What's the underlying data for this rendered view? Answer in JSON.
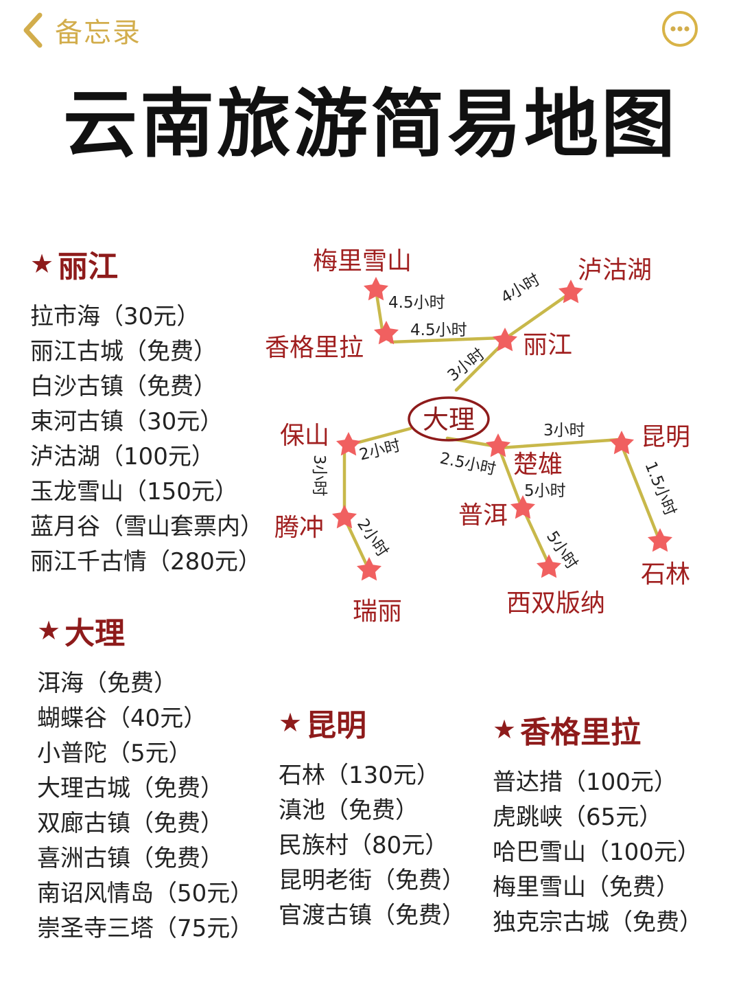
{
  "nav": {
    "back_label": "备忘录"
  },
  "title": "云南旅游简易地图",
  "sections": [
    {
      "title": "丽江",
      "items": [
        "拉市海（30元）",
        "丽江古城（免费）",
        "白沙古镇（免费）",
        "束河古镇（30元）",
        "泸沽湖（100元）",
        "玉龙雪山（150元）",
        "蓝月谷（雪山套票内）",
        "丽江千古情（280元）"
      ]
    },
    {
      "title": "大理",
      "items": [
        "洱海（免费）",
        "蝴蝶谷（40元）",
        "小普陀（5元）",
        "大理古城（免费）",
        "双廊古镇（免费）",
        "喜洲古镇（免费）",
        "南诏风情岛（50元）",
        "崇圣寺三塔（75元）"
      ]
    },
    {
      "title": "昆明",
      "items": [
        "石林（130元）",
        "滇池（免费）",
        "民族村（80元）",
        "昆明老街（免费）",
        "官渡古镇（免费）"
      ]
    },
    {
      "title": "香格里拉",
      "items": [
        "普达措（100元）",
        "虎跳峡（65元）",
        "哈巴雪山（100元）",
        "梅里雪山（免费）",
        "独克宗古城（免费）"
      ]
    }
  ],
  "map": {
    "center": "大理",
    "places": [
      "梅里雪山",
      "泸沽湖",
      "香格里拉",
      "丽江",
      "保山",
      "楚雄",
      "昆明",
      "腾冲",
      "普洱",
      "石林",
      "瑞丽",
      "西双版纳"
    ],
    "routes": [
      "4.5小时",
      "4.5小时",
      "4小时",
      "3小时",
      "2小时",
      "2.5小时",
      "3小时",
      "3小时",
      "2小时",
      "5小时",
      "5小时",
      "1.5小时"
    ]
  },
  "colors": {
    "accent": "#8e1b1b",
    "star": "#f06060",
    "route": "#c8b84a",
    "nav": "#d2ad4c"
  }
}
